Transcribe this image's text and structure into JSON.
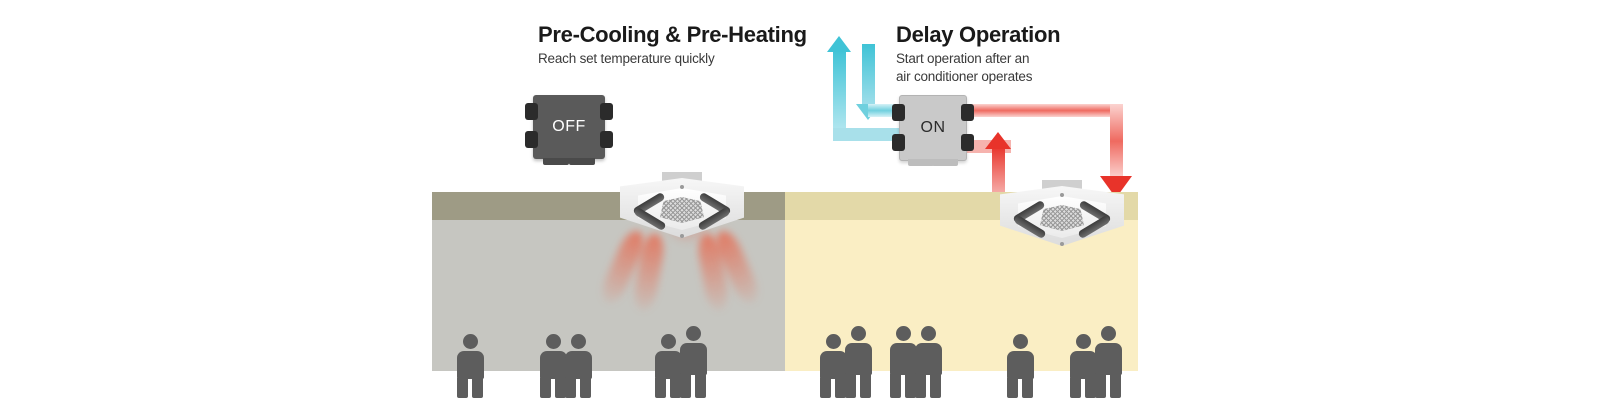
{
  "panels": [
    {
      "id": "pre-cooling",
      "title": "Pre-Cooling & Pre-Heating",
      "subtitle": "Reach set temperature quickly",
      "unit_label": "OFF",
      "unit_state": "off",
      "room_color": "#c6c6c1",
      "ceiling_color": "#9e9b85",
      "airflow": "active",
      "airflow_color": "#e8462d",
      "people_groups": [
        1,
        2,
        2
      ],
      "people_total": 5
    },
    {
      "id": "delay-operation",
      "title": "Delay Operation",
      "subtitle_line1": "Start operation after an",
      "subtitle_line2": "air conditioner operates",
      "unit_label": "ON",
      "unit_state": "on",
      "room_color": "#faeec4",
      "ceiling_color": "#e3d9a8",
      "airflow": "none",
      "people_groups": [
        2,
        2,
        1,
        2
      ],
      "people_total": 7
    }
  ],
  "flows": {
    "supply_color": "#3fc3d6",
    "exhaust_color": "#e8332a",
    "supply_name": "fresh-air-supply",
    "exhaust_name": "return-air-exhaust"
  },
  "icons": {
    "cassette": "ceiling-cassette-ac-icon",
    "erv": "energy-recovery-ventilator-icon",
    "person": "person-icon",
    "arrow_up": "arrow-up-icon",
    "arrow_down": "arrow-down-icon"
  }
}
